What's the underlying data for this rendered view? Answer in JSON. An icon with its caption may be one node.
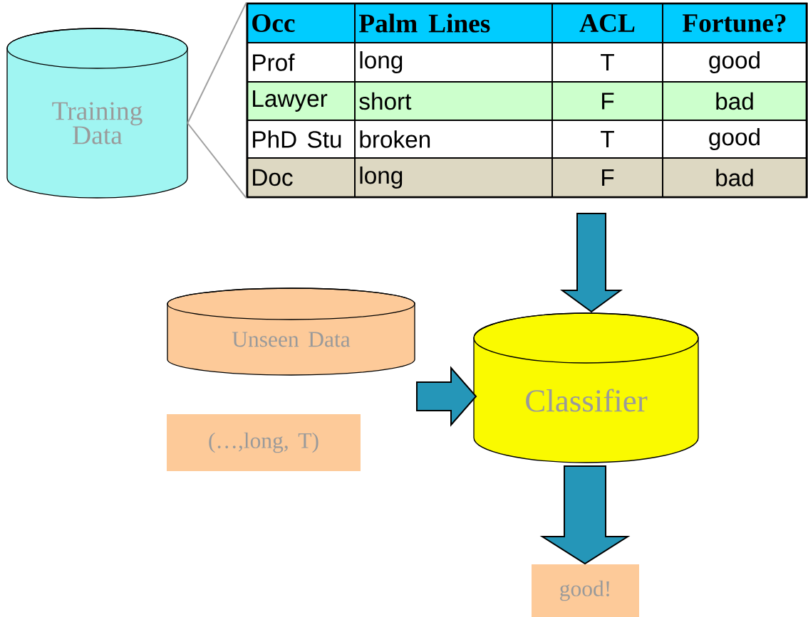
{
  "diagram": {
    "nodes": [
      {
        "text": [
          "Training Data"
        ]
      },
      {
        "text": [],
        "shape": "box"
      },
      {
        "text": [
          "Unseen Data"
        ]
      },
      {
        "text": [
          "(…,long, T)"
        ]
      },
      {
        "text": [
          "Classifier"
        ]
      },
      {
        "text": [
          "good!"
        ]
      }
    ],
    "edges": [
      {
        "from": 0,
        "to": 1,
        "arrow": "none",
        "color": "#a0a0a0"
      },
      {
        "from": 0,
        "to": 1,
        "arrow": "none",
        "color": "#a0a0a0"
      },
      {
        "from": 1,
        "to": 4,
        "arrow": "to"
      },
      {
        "from": 2,
        "to": 4,
        "arrow": "to"
      },
      {
        "from": 4,
        "to": 5,
        "arrow": "to"
      }
    ],
    "labels": [
      "Occ",
      "Palm Lines",
      "ACL",
      "Fortune?",
      "Prof",
      "long",
      "T",
      "good",
      "Lawyer",
      "short",
      "F",
      "bad",
      "PhD Stu",
      "broken",
      "T",
      "good",
      "Doc",
      "long",
      "F",
      "bad"
    ]
  }
}
